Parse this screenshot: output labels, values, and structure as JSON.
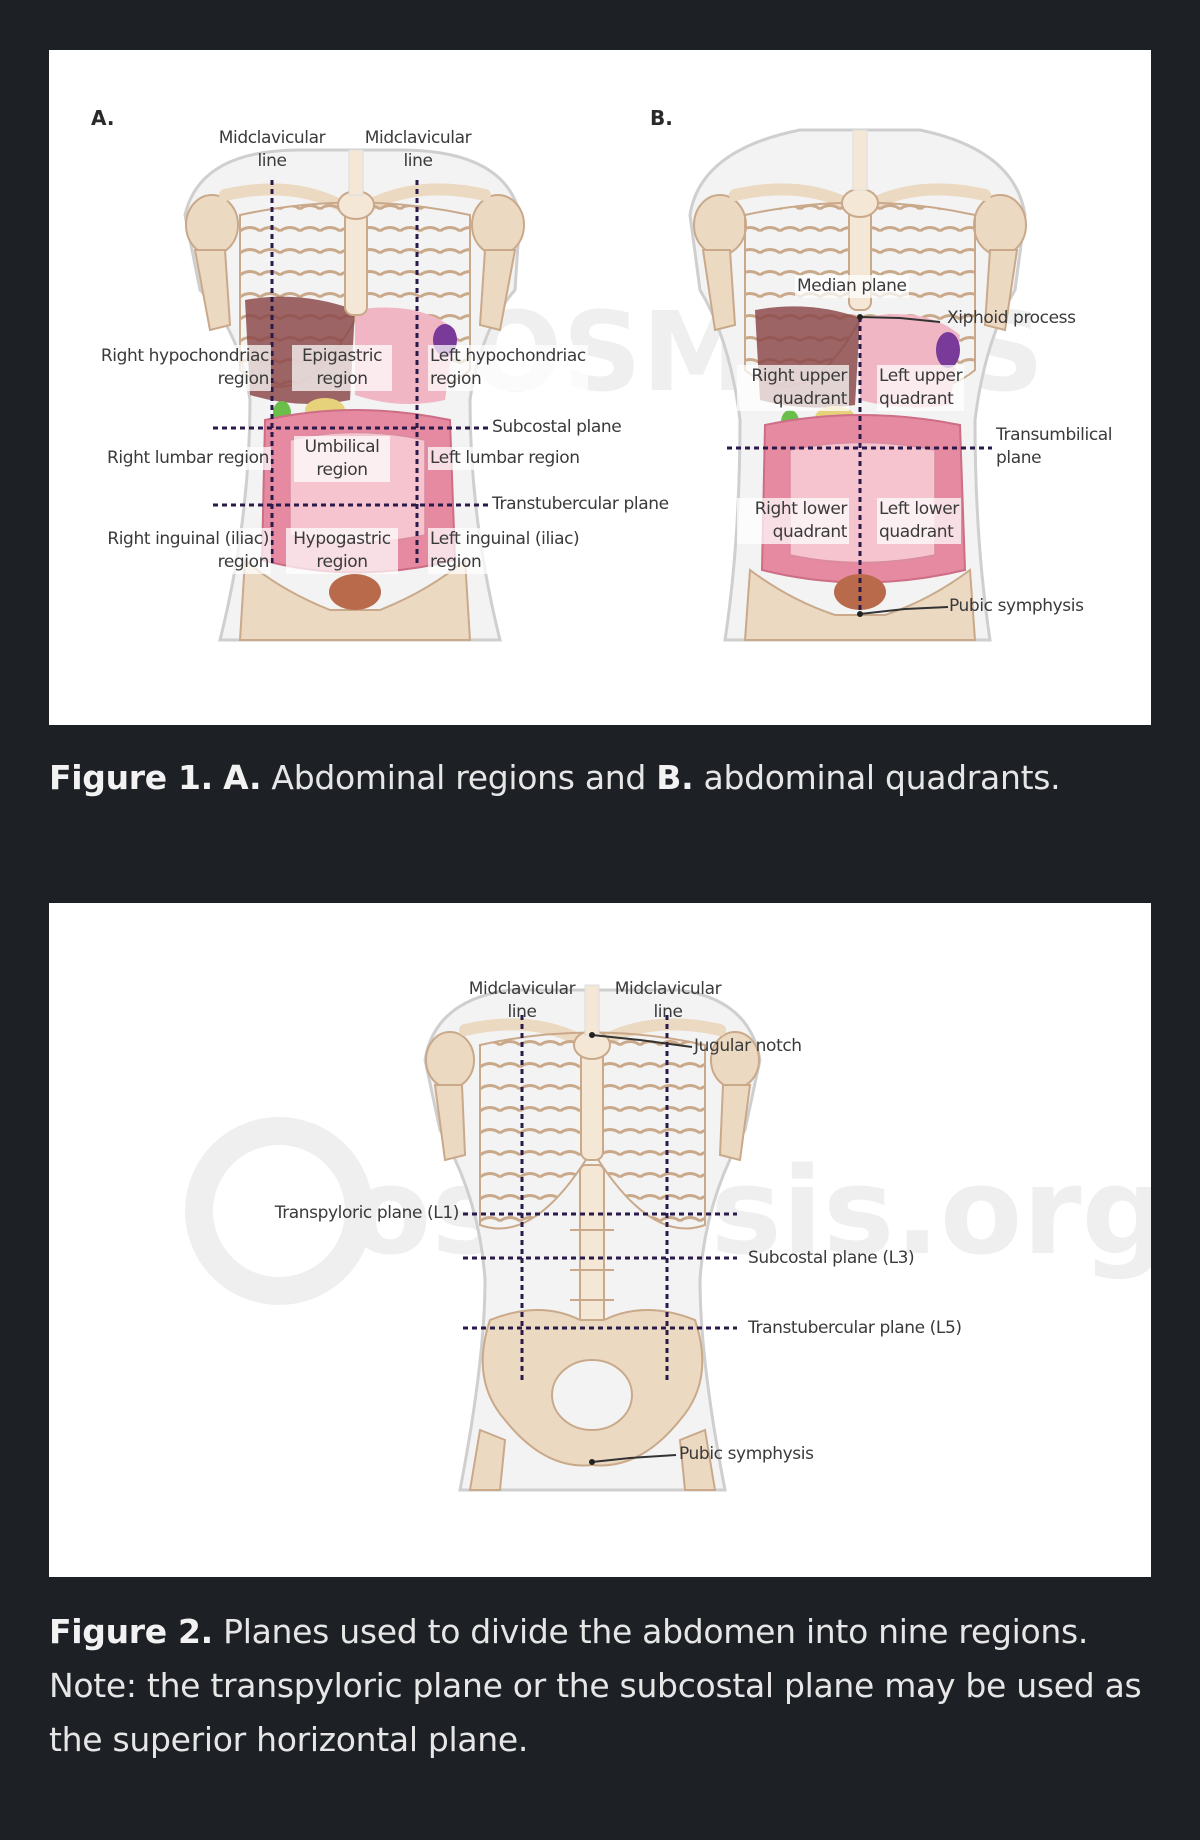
{
  "figure1": {
    "panel_a": {
      "letter": "A.",
      "labels": {
        "midclavicular_left": [
          "Midclavicular",
          "line"
        ],
        "midclavicular_right": [
          "Midclavicular",
          "line"
        ],
        "right_hypochondriac": [
          "Right hypochondriac",
          "region"
        ],
        "epigastric": [
          "Epigastric",
          "region"
        ],
        "left_hypochondriac": [
          "Left hypochondriac",
          "region"
        ],
        "subcostal_plane": "Subcostal plane",
        "right_lumbar": "Right lumbar region",
        "umbilical": [
          "Umbilical",
          "region"
        ],
        "left_lumbar": "Left lumbar region",
        "transtubercular_plane": "Transtubercular plane",
        "right_inguinal": [
          "Right inguinal (iliac)",
          "region"
        ],
        "hypogastric": [
          "Hypogastric",
          "region"
        ],
        "left_inguinal": [
          "Left inguinal (iliac)",
          "region"
        ]
      }
    },
    "panel_b": {
      "letter": "B.",
      "labels": {
        "median_plane": "Median plane",
        "xiphoid_process": "Xiphoid process",
        "right_upper_quadrant": [
          "Right upper",
          "quadrant"
        ],
        "left_upper_quadrant": [
          "Left upper",
          "quadrant"
        ],
        "transumbilical_plane": [
          "Transumbilical",
          "plane"
        ],
        "right_lower_quadrant": [
          "Right lower",
          "quadrant"
        ],
        "left_lower_quadrant": [
          "Left lower",
          "quadrant"
        ],
        "pubic_symphysis": "Pubic symphysis"
      }
    },
    "watermark": "OSMOSIS",
    "caption": {
      "figure_label": "Figure 1.",
      "a_label": "A.",
      "a_text": "Abdominal regions and",
      "b_label": "B.",
      "b_text": "abdominal quadrants."
    }
  },
  "figure2": {
    "labels": {
      "midclavicular_left": [
        "Midclavicular",
        "line"
      ],
      "midclavicular_right": [
        "Midclavicular",
        "line"
      ],
      "jugular_notch": "Jugular notch",
      "transpyloric_plane": "Transpyloric plane (L1)",
      "subcostal_plane": "Subcostal plane (L3)",
      "transtubercular_plane": "Transtubercular plane (L5)",
      "pubic_symphysis": "Pubic symphysis"
    },
    "watermark": "osmosis.org",
    "caption": {
      "figure_label": "Figure 2.",
      "text": "Planes used to divide the abdomen into nine regions. Note: the transpyloric plane or the subcostal plane may be used as the superior horizontal plane."
    }
  },
  "colors": {
    "page_background": "#1d2024",
    "panel_background": "#ffffff",
    "caption_text": "#e6e6e6",
    "bone": "#ecd9c2",
    "bone_outline": "#c9a98a",
    "intestine": "#e58aa0",
    "liver": "#8c4a4a",
    "bladder": "#b86a4a",
    "plane_line": "#2a1a4a",
    "label_text": "#3a3a3a"
  }
}
